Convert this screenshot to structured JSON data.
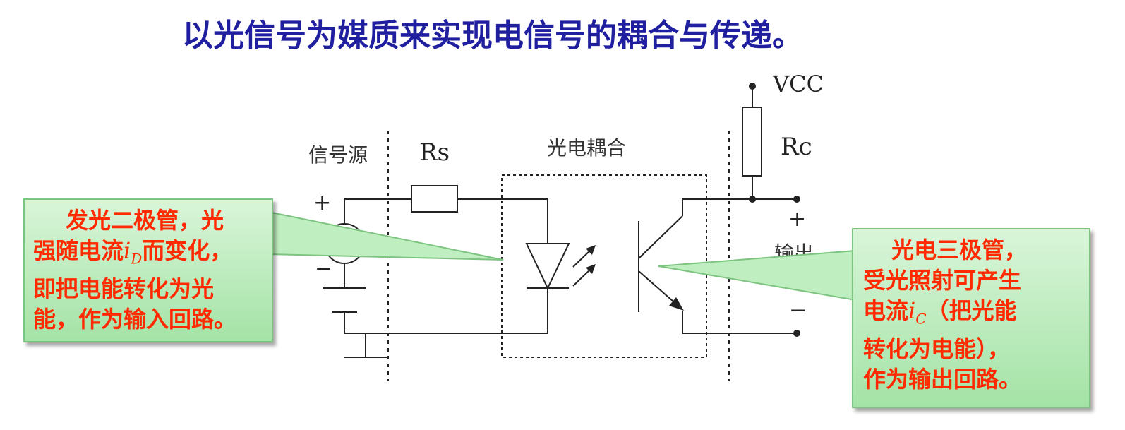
{
  "title": "以光信号为媒质来实现电信号的耦合与传递。",
  "labels": {
    "signal_source": "信号源",
    "rs": "Rs",
    "optocoupler": "光电耦合",
    "vcc": "VCC",
    "rc": "Rc",
    "output": "输出",
    "plus_left": "+",
    "minus_left": "−",
    "plus_right": "+",
    "minus_right": "−"
  },
  "callout_left": {
    "line1": "发光二极管，光",
    "line2a": "强随电流",
    "line2_sym": "i",
    "line2_sub": "D",
    "line2b": "而变化，",
    "line3": "即把电能转化为光",
    "line4": "能，作为输入回路。"
  },
  "callout_right": {
    "line1": "光电三极管，",
    "line2": "受光照射可产生",
    "line3a": "电流",
    "line3_sym": "i",
    "line3_sub": "C",
    "line3b": "（把光能",
    "line4": "转化为电能），",
    "line5": "作为输出回路。"
  },
  "colors": {
    "title": "#1f1fa0",
    "callout_text": "#ff2a00",
    "callout_bg": "#bfeec0",
    "wire": "#222222"
  }
}
